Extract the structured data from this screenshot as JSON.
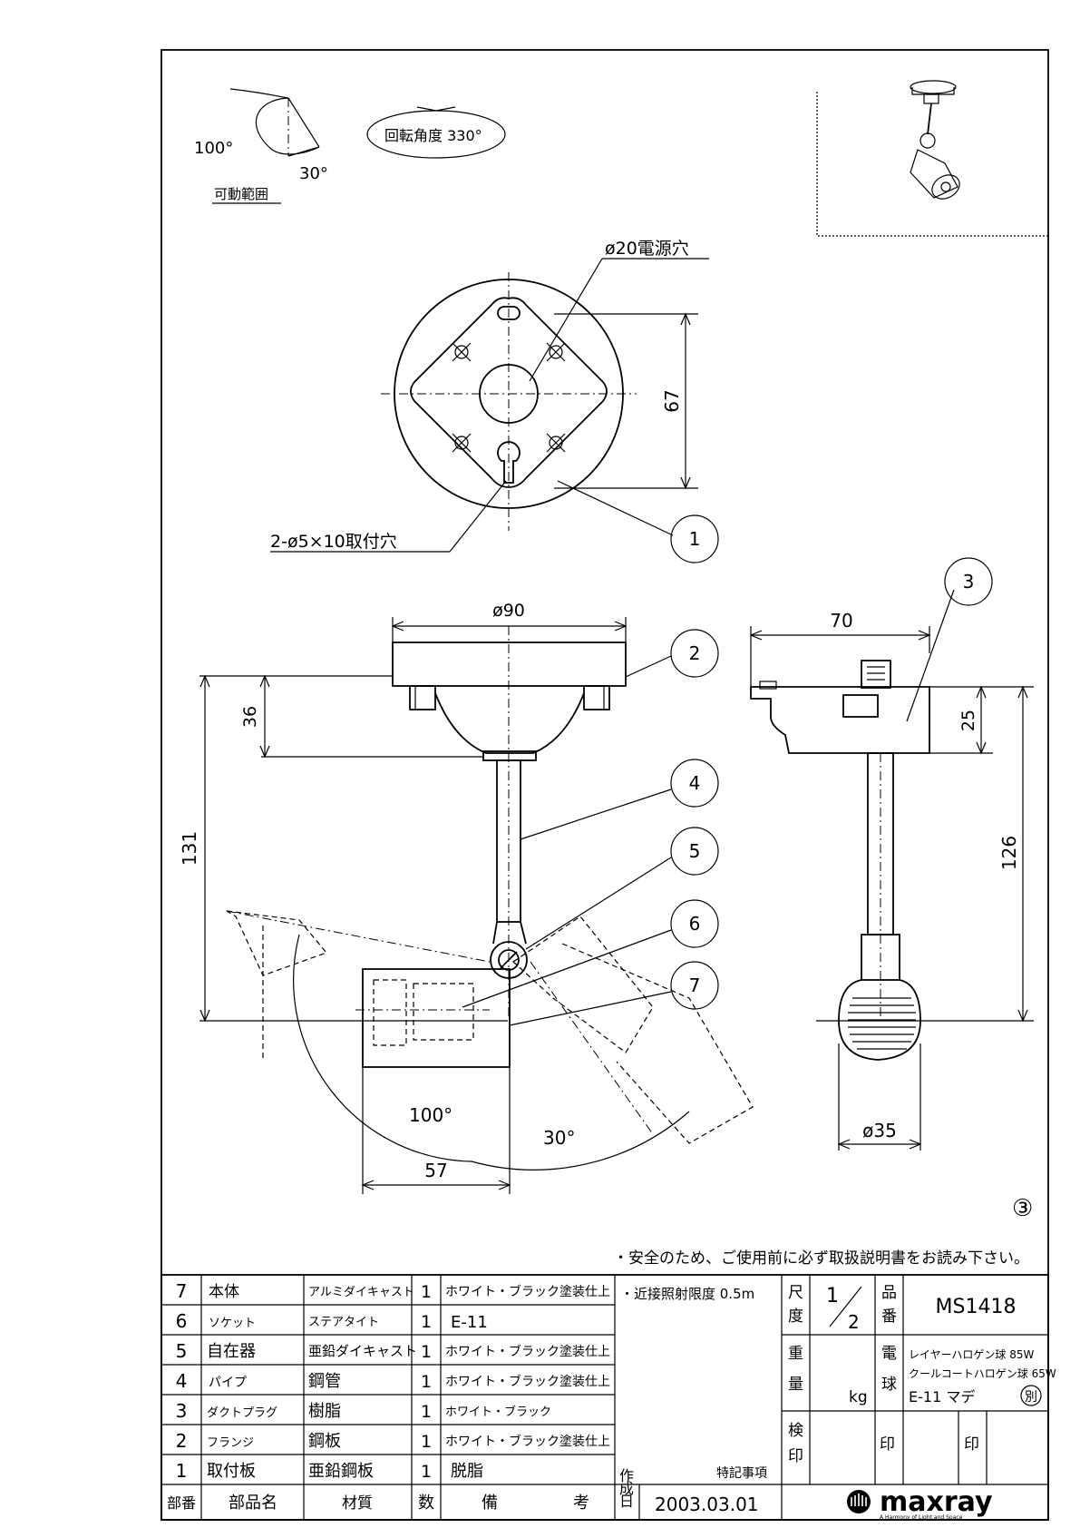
{
  "drawing": {
    "rotation_range_label": "可動範囲",
    "angle_100": "100°",
    "angle_30": "30°",
    "rotation_angle_label": "回転角度 330°",
    "power_hole_label": "ø20電源穴",
    "mount_hole_label": "2-ø5×10取付穴",
    "dim_67": "67",
    "dim_phi90": "ø90",
    "dim_36": "36",
    "dim_131": "131",
    "dim_70": "70",
    "dim_25": "25",
    "dim_126": "126",
    "dim_phi35": "ø35",
    "dim_57": "57",
    "bottom_angle_100": "100°",
    "bottom_angle_30": "30°",
    "sheet_mark": "③",
    "callouts": [
      "1",
      "2",
      "3",
      "4",
      "5",
      "6",
      "7"
    ]
  },
  "notice": "・安全のため、ご使用前に必ず取扱説明書をお読み下さい。",
  "parts": [
    {
      "no": "7",
      "name": "本体",
      "material": "アルミダイキャスト",
      "qty": "1",
      "note": "ホワイト・ブラック塗装仕上"
    },
    {
      "no": "6",
      "name": "ソケット",
      "material": "ステアタイト",
      "qty": "1",
      "note": "E-11"
    },
    {
      "no": "5",
      "name": "自在器",
      "material": "亜鉛ダイキャスト",
      "qty": "1",
      "note": "ホワイト・ブラック塗装仕上"
    },
    {
      "no": "4",
      "name": "パイプ",
      "material": "鋼管",
      "qty": "1",
      "note": "ホワイト・ブラック塗装仕上"
    },
    {
      "no": "3",
      "name": "ダクトプラグ",
      "material": "樹脂",
      "qty": "1",
      "note": "ホワイト・ブラック"
    },
    {
      "no": "2",
      "name": "フランジ",
      "material": "鋼板",
      "qty": "1",
      "note": "ホワイト・ブラック塗装仕上"
    },
    {
      "no": "1",
      "name": "取付板",
      "material": "亜鉛鋼板",
      "qty": "1",
      "note": "脱脂"
    }
  ],
  "headers": {
    "no": "部番",
    "name": "部品名",
    "material": "材質",
    "qty": "数",
    "note1": "備",
    "note2": "考"
  },
  "title_block": {
    "special_note": "・近接照射限度 0.5m",
    "special_label": "特記事項",
    "scale_label": "尺度",
    "scale_num": "1",
    "scale_den": "2",
    "part_no_label": "品番",
    "part_no": "MS1418",
    "weight_label": "重量",
    "weight_unit": "kg",
    "bulb_label": "電球",
    "bulb_line1": "レイヤーハロゲン球 85W",
    "bulb_line2": "クールコートハロゲン球 65W",
    "bulb_line3": "E-11 マデ",
    "bulb_extra": "別",
    "inspect_label": "検印",
    "seal1": "印",
    "seal2": "印",
    "created_label": "作成日",
    "date": "2003.03.01",
    "brand": "maxray",
    "brand_tagline": "A Harmony of Light and Space"
  }
}
